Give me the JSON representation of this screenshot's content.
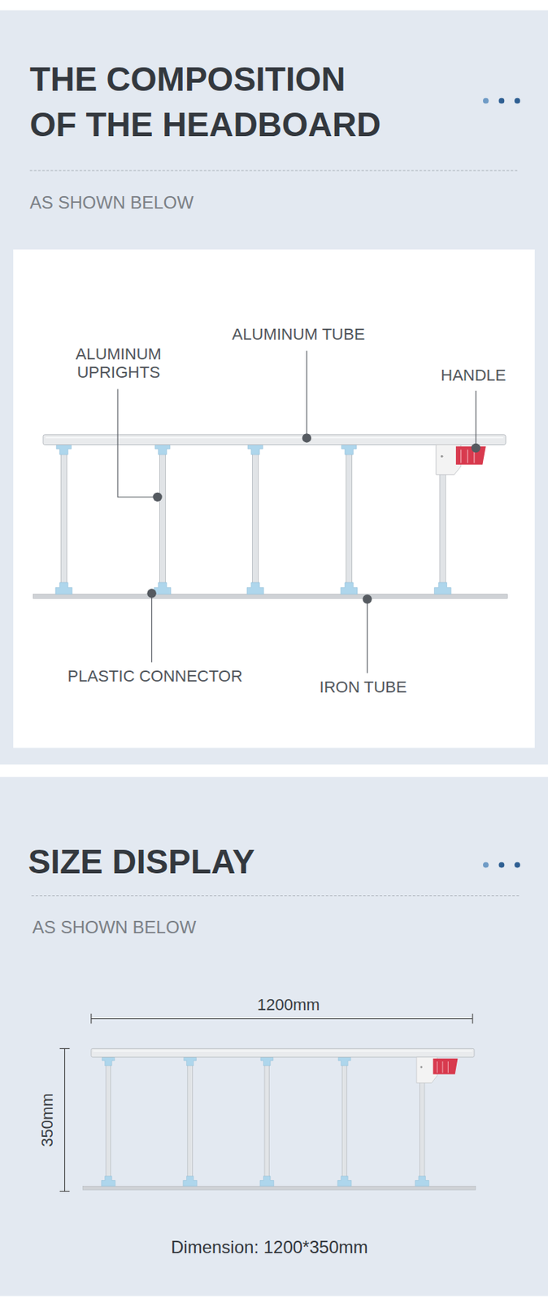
{
  "diagram": {
    "title": "THE COMPOSITION OF THE HEADBOARD",
    "labels": [
      "AS SHOWN BELOW",
      "ALUMINUM UPRIGHTS",
      "ALUMINUM TUBE",
      "HANDLE",
      "PLASTIC CONNECTOR",
      "IRON TUBE",
      "SIZE DISPLAY",
      "AS SHOWN BELOW",
      "1200mm",
      "350mm",
      "Dimension: 1200*350mm"
    ]
  }
}
